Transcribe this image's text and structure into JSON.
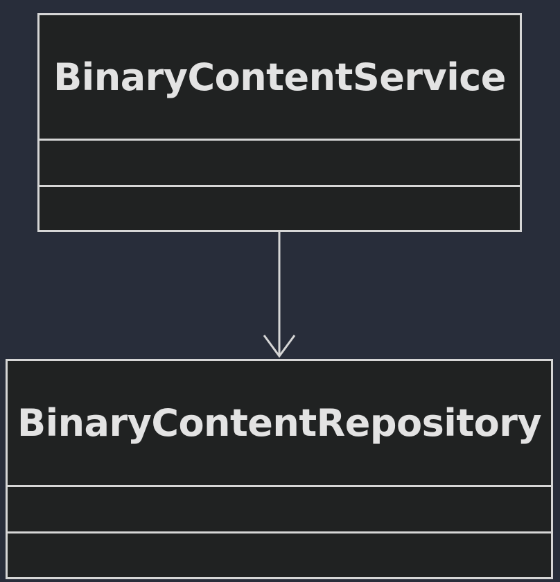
{
  "diagram": {
    "type": "uml-class",
    "classes": [
      {
        "id": "service",
        "name": "BinaryContentService",
        "attributes": [],
        "methods": []
      },
      {
        "id": "repository",
        "name": "BinaryContentRepository",
        "attributes": [],
        "methods": []
      }
    ],
    "relations": [
      {
        "from": "BinaryContentService",
        "to": "BinaryContentRepository",
        "kind": "association",
        "arrow": "open"
      }
    ]
  },
  "colors": {
    "background": "#282d3a",
    "box_fill": "#202222",
    "box_stroke": "#d6d6d6",
    "text": "#e3e3e3"
  }
}
